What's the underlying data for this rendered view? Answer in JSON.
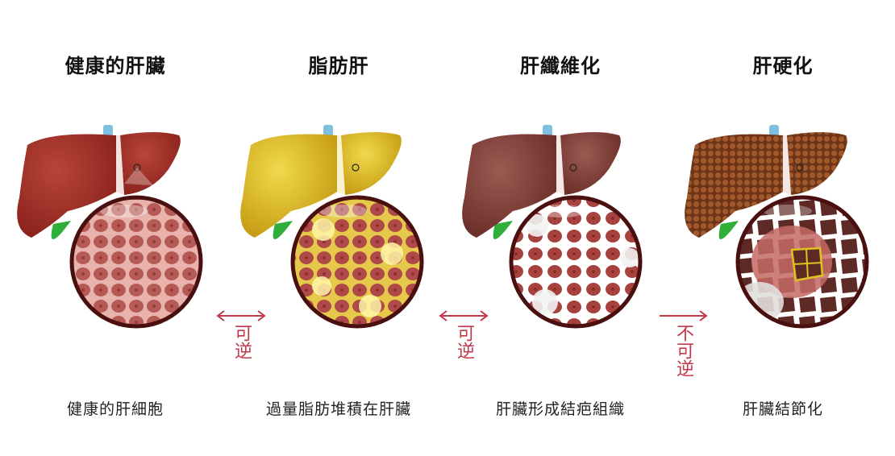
{
  "stages": [
    {
      "title": "健康的肝臟",
      "caption": "健康的肝細胞",
      "colors": {
        "liver": "#9b2a22",
        "liver_light": "#b8453a",
        "cells": "#b55a55",
        "cell_border": "#e8b3ad",
        "highlight": "#ffffff"
      }
    },
    {
      "title": "脂肪肝",
      "caption": "過量脂肪堆積在肝臟",
      "colors": {
        "liver": "#d9b61e",
        "liver_light": "#f1d94c",
        "cells": "#b0494a",
        "cell_border": "#e6c94a",
        "highlight": "#fff6a8"
      }
    },
    {
      "title": "肝纖維化",
      "caption": "肝臟形成結疤組織",
      "colors": {
        "liver": "#7a3a32",
        "liver_light": "#9a5a52",
        "cells": "#a8423e",
        "cell_border": "#ffffff",
        "highlight": "#f3f3f3"
      }
    },
    {
      "title": "肝硬化",
      "caption": "肝臟結節化",
      "colors": {
        "liver": "#7a3a1c",
        "liver_light": "#a0582a",
        "cells": "#5e2a26",
        "cell_border": "#ffffff",
        "highlight": "#e0c21e"
      }
    }
  ],
  "connectors": [
    {
      "label": "可逆",
      "direction": "both"
    },
    {
      "label": "可逆",
      "direction": "both"
    },
    {
      "label": "不可逆",
      "direction": "right"
    }
  ],
  "theme": {
    "connector_color": "#c0394b",
    "gallbladder": "#2fae3a",
    "vessel": "#7fbfe0",
    "ring": "#4a0f0f"
  }
}
